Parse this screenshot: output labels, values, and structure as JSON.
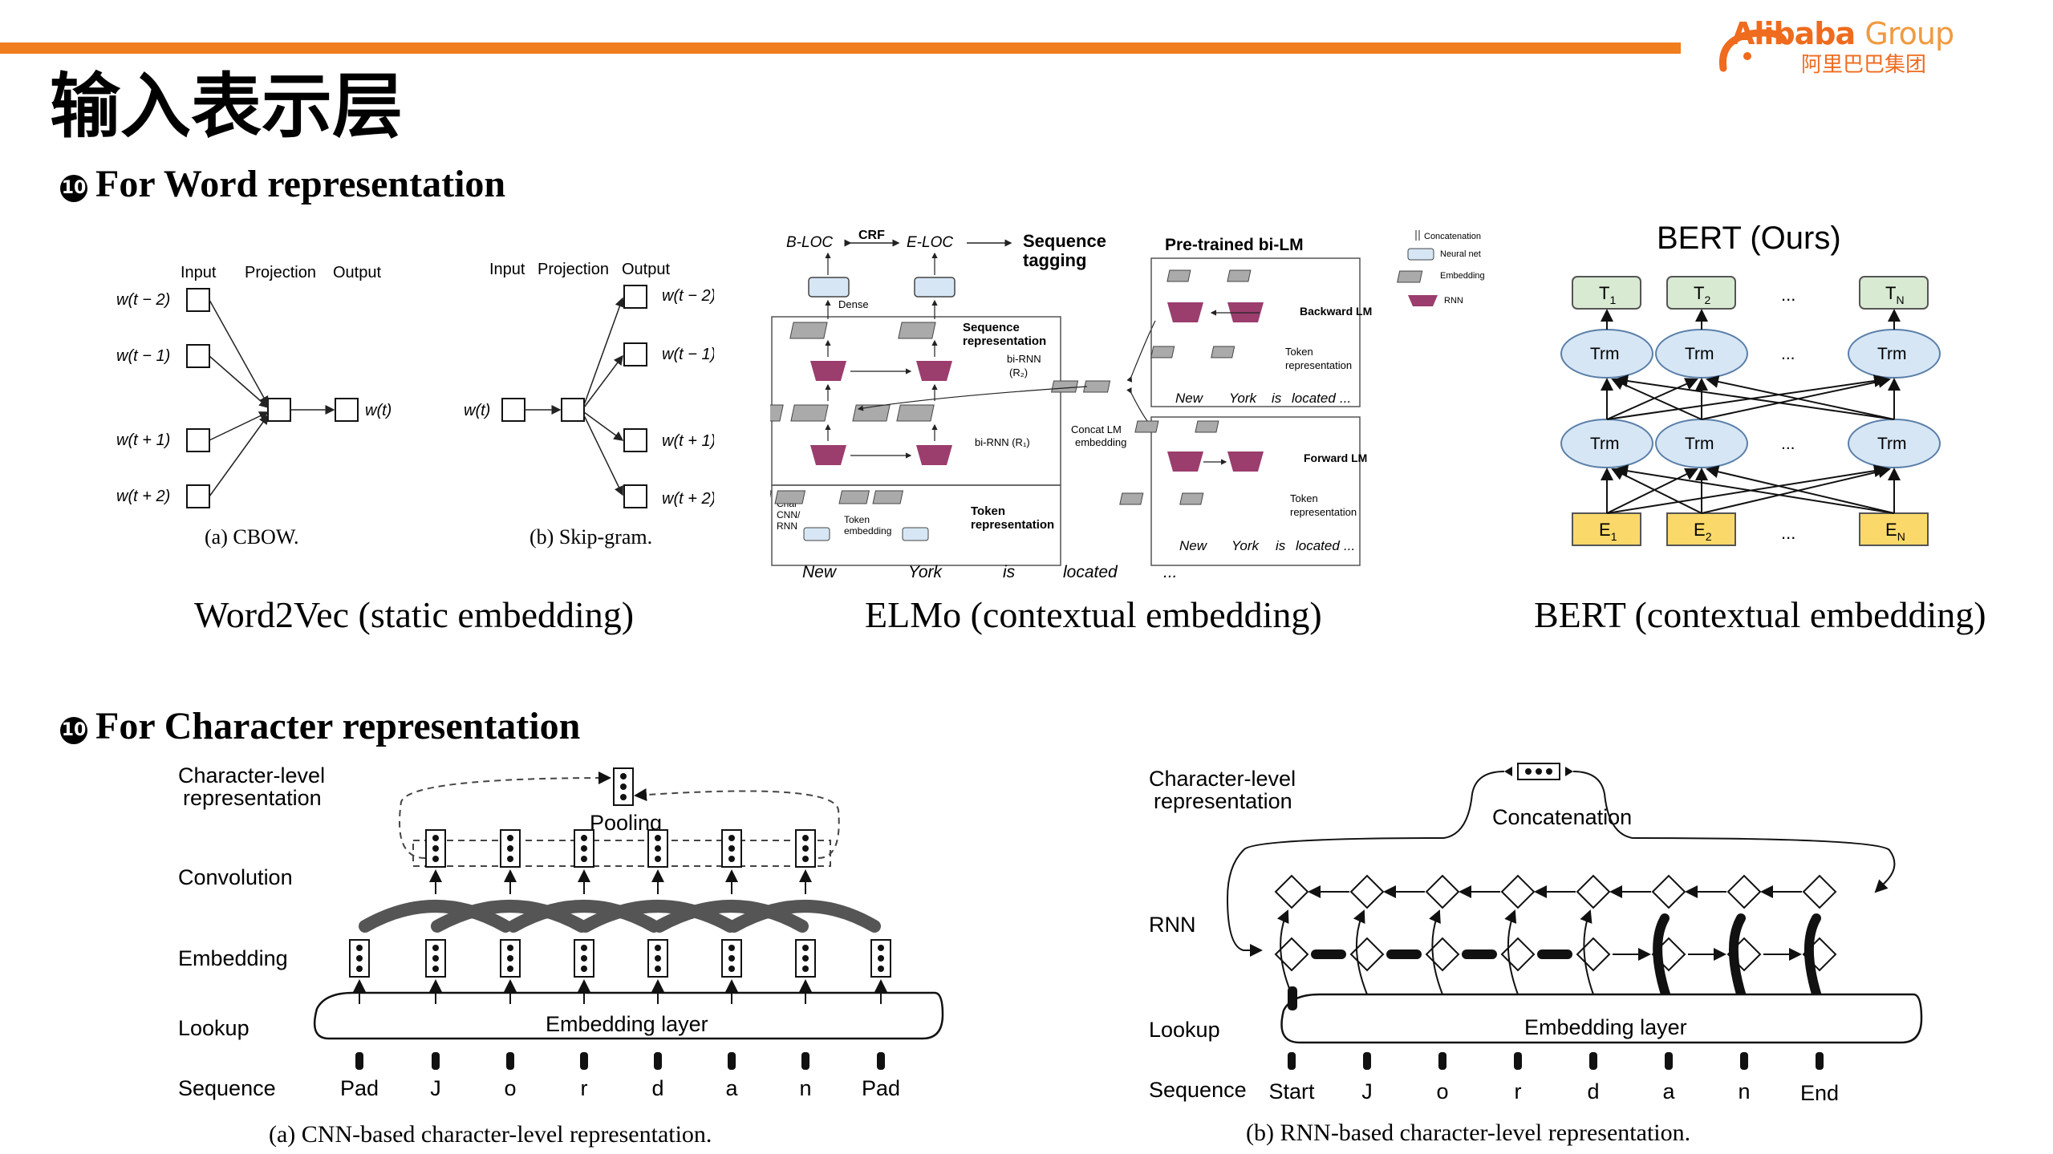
{
  "header": {
    "title": "输入表示层",
    "logo_brand": "Alibaba",
    "logo_group": "Group",
    "logo_cn": "阿里巴巴集团"
  },
  "section_word": {
    "bullet": "❿",
    "heading": "For Word representation",
    "word2vec": {
      "col_input": "Input",
      "col_projection": "Projection",
      "col_output": "Output",
      "context_words": [
        "w(t − 2)",
        "w(t − 1)",
        "w(t + 1)",
        "w(t + 2)"
      ],
      "center_word": "w(t)",
      "cap_cbow": "(a) CBOW.",
      "cap_skipgram": "(b) Skip-gram.",
      "caption": "Word2Vec (static embedding)"
    },
    "elmo": {
      "b_loc": "B-LOC",
      "crf": "CRF",
      "e_loc": "E-LOC",
      "seq_tagging": [
        "Sequence",
        "tagging"
      ],
      "dense": "Dense",
      "seq_repr": [
        "Sequence",
        "representation"
      ],
      "birnn2": [
        "bi-RNN",
        "(R₂)"
      ],
      "birnn1": "bi-RNN (R₁)",
      "concat_lm": [
        "Concat LM",
        "embedding"
      ],
      "char_cnn": [
        "Char",
        "CNN/",
        "RNN"
      ],
      "token_emb": [
        "Token",
        "embedding"
      ],
      "token_repr": [
        "Token",
        "representation"
      ],
      "pretrained": "Pre-trained bi-LM",
      "backward_lm": "Backward LM",
      "forward_lm": "Forward LM",
      "token_representation": [
        "Token",
        "representation"
      ],
      "words": [
        "New",
        "York",
        "is",
        "located",
        "..."
      ],
      "lm_words": [
        "New",
        "York",
        "is",
        "located",
        "..."
      ],
      "legend": [
        "Concatenation",
        "Neural net",
        "Embedding",
        "RNN"
      ],
      "caption": "ELMo (contextual embedding)"
    },
    "bert": {
      "title": "BERT (Ours)",
      "outputs": [
        "T",
        "T",
        "T"
      ],
      "output_subs": [
        "1",
        "2",
        "N"
      ],
      "trm": "Trm",
      "inputs": [
        "E",
        "E",
        "E"
      ],
      "input_subs": [
        "1",
        "2",
        "N"
      ],
      "dots": "...",
      "caption": "BERT (contextual embedding)"
    }
  },
  "section_char": {
    "bullet": "❿",
    "heading": "For Character representation",
    "cnn": {
      "labels": [
        "Character-level",
        "representation",
        "Convolution",
        "Embedding",
        "Lookup",
        "Sequence"
      ],
      "pooling": "Pooling",
      "embedding_layer": "Embedding layer",
      "sequence": [
        "Pad",
        "J",
        "o",
        "r",
        "d",
        "a",
        "n",
        "Pad"
      ],
      "caption": "(a)  CNN-based character-level representation."
    },
    "rnn": {
      "labels": [
        "Character-level",
        "representation",
        "RNN",
        "Lookup",
        "Sequence"
      ],
      "concatenation": "Concatenation",
      "embedding_layer": "Embedding layer",
      "sequence": [
        "Start",
        "J",
        "o",
        "r",
        "d",
        "a",
        "n",
        "End"
      ],
      "caption": "(b)  RNN-based character-level representation."
    }
  },
  "colors": {
    "accent_orange": "#f07d1e",
    "trm_fill": "#d6e6f5",
    "output_fill": "#d9ead3",
    "input_fill": "#fad96a",
    "rnn_magenta": "#9b3d6d"
  }
}
